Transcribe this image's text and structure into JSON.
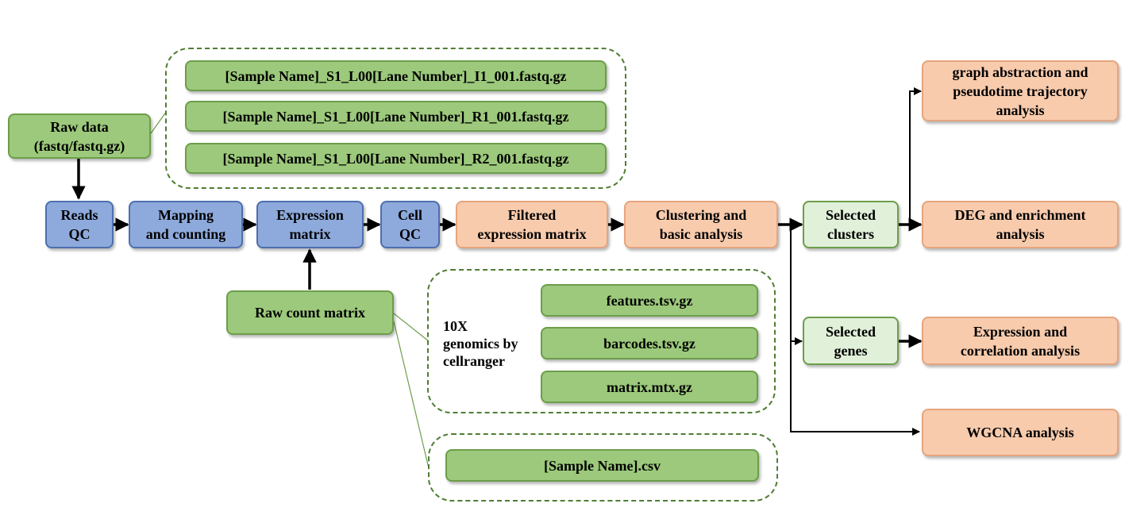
{
  "nodes": {
    "raw_data": "Raw data\n(fastq/fastq.gz)",
    "fastq_i1": "[Sample Name]_S1_L00[Lane Number]_I1_001.fastq.gz",
    "fastq_r1": "[Sample Name]_S1_L00[Lane Number]_R1_001.fastq.gz",
    "fastq_r2": "[Sample Name]_S1_L00[Lane Number]_R2_001.fastq.gz",
    "reads_qc": "Reads\nQC",
    "mapping_counting": "Mapping\nand counting",
    "expression_matrix": "Expression\nmatrix",
    "cell_qc": "Cell\nQC",
    "filtered_matrix": "Filtered\nexpression matrix",
    "clustering": "Clustering and\nbasic analysis",
    "selected_clusters": "Selected\nclusters",
    "selected_genes": "Selected\ngenes",
    "graph_abstraction": "graph abstraction and\npseudotime trajectory\nanalysis",
    "deg_enrichment": "DEG and enrichment\nanalysis",
    "expression_correlation": "Expression and\ncorrelation analysis",
    "wgcna": "WGCNA analysis",
    "raw_count_matrix": "Raw count matrix",
    "tenx_label": "10X\ngenomics by\ncellranger",
    "features": "features.tsv.gz",
    "barcodes": "barcodes.tsv.gz",
    "matrix_mtx": "matrix.mtx.gz",
    "sample_csv": "[Sample Name].csv"
  },
  "colors": {
    "green": "#9cc97b",
    "light_green": "#e1f0d9",
    "blue": "#8eaadc",
    "orange": "#f8cbad",
    "dashed_border": "#4f7d33",
    "arrow": "#000000"
  }
}
